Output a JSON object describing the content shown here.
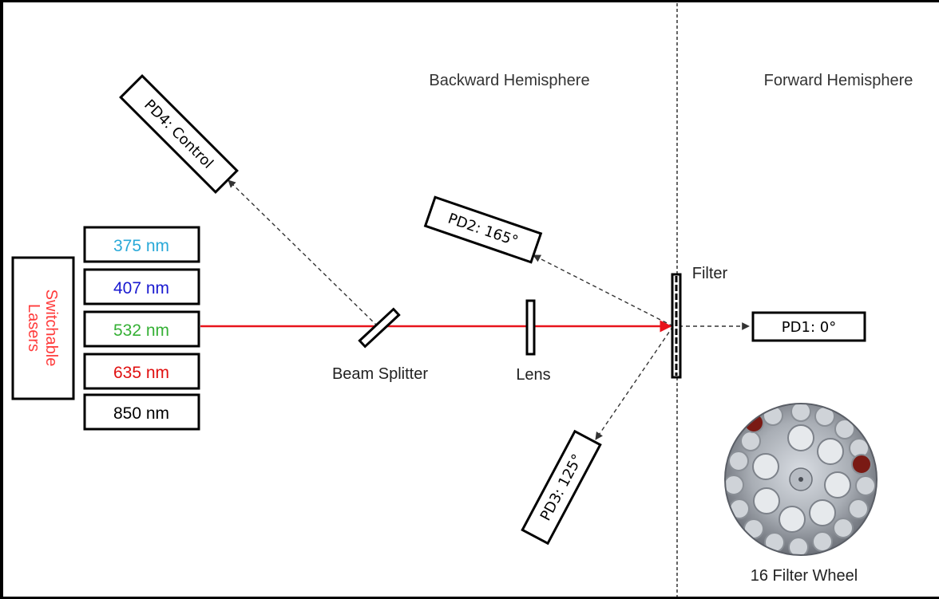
{
  "regions": {
    "backward": "Backward Hemisphere",
    "forward": "Forward Hemisphere"
  },
  "source": {
    "line1": "Switchable",
    "line2": "Lasers",
    "color": "#ff3b3b"
  },
  "wavelengths": [
    {
      "label": "375 nm",
      "color": "#2aa9d8"
    },
    {
      "label": "407 nm",
      "color": "#1a1ad0"
    },
    {
      "label": "532 nm",
      "color": "#35b035"
    },
    {
      "label": "635 nm",
      "color": "#e01010"
    },
    {
      "label": "850 nm",
      "color": "#000000"
    }
  ],
  "components": {
    "beam_splitter": "Beam Splitter",
    "lens": "Lens",
    "filter": "Filter",
    "filter_wheel": "16 Filter Wheel"
  },
  "detectors": {
    "pd1": "PD1: 0°",
    "pd2": "PD2: 165°",
    "pd3": "PD3: 125°",
    "pd4": "PD4: Control"
  },
  "colors": {
    "laser_beam": "#e8141c",
    "scatter_path": "#333333"
  }
}
